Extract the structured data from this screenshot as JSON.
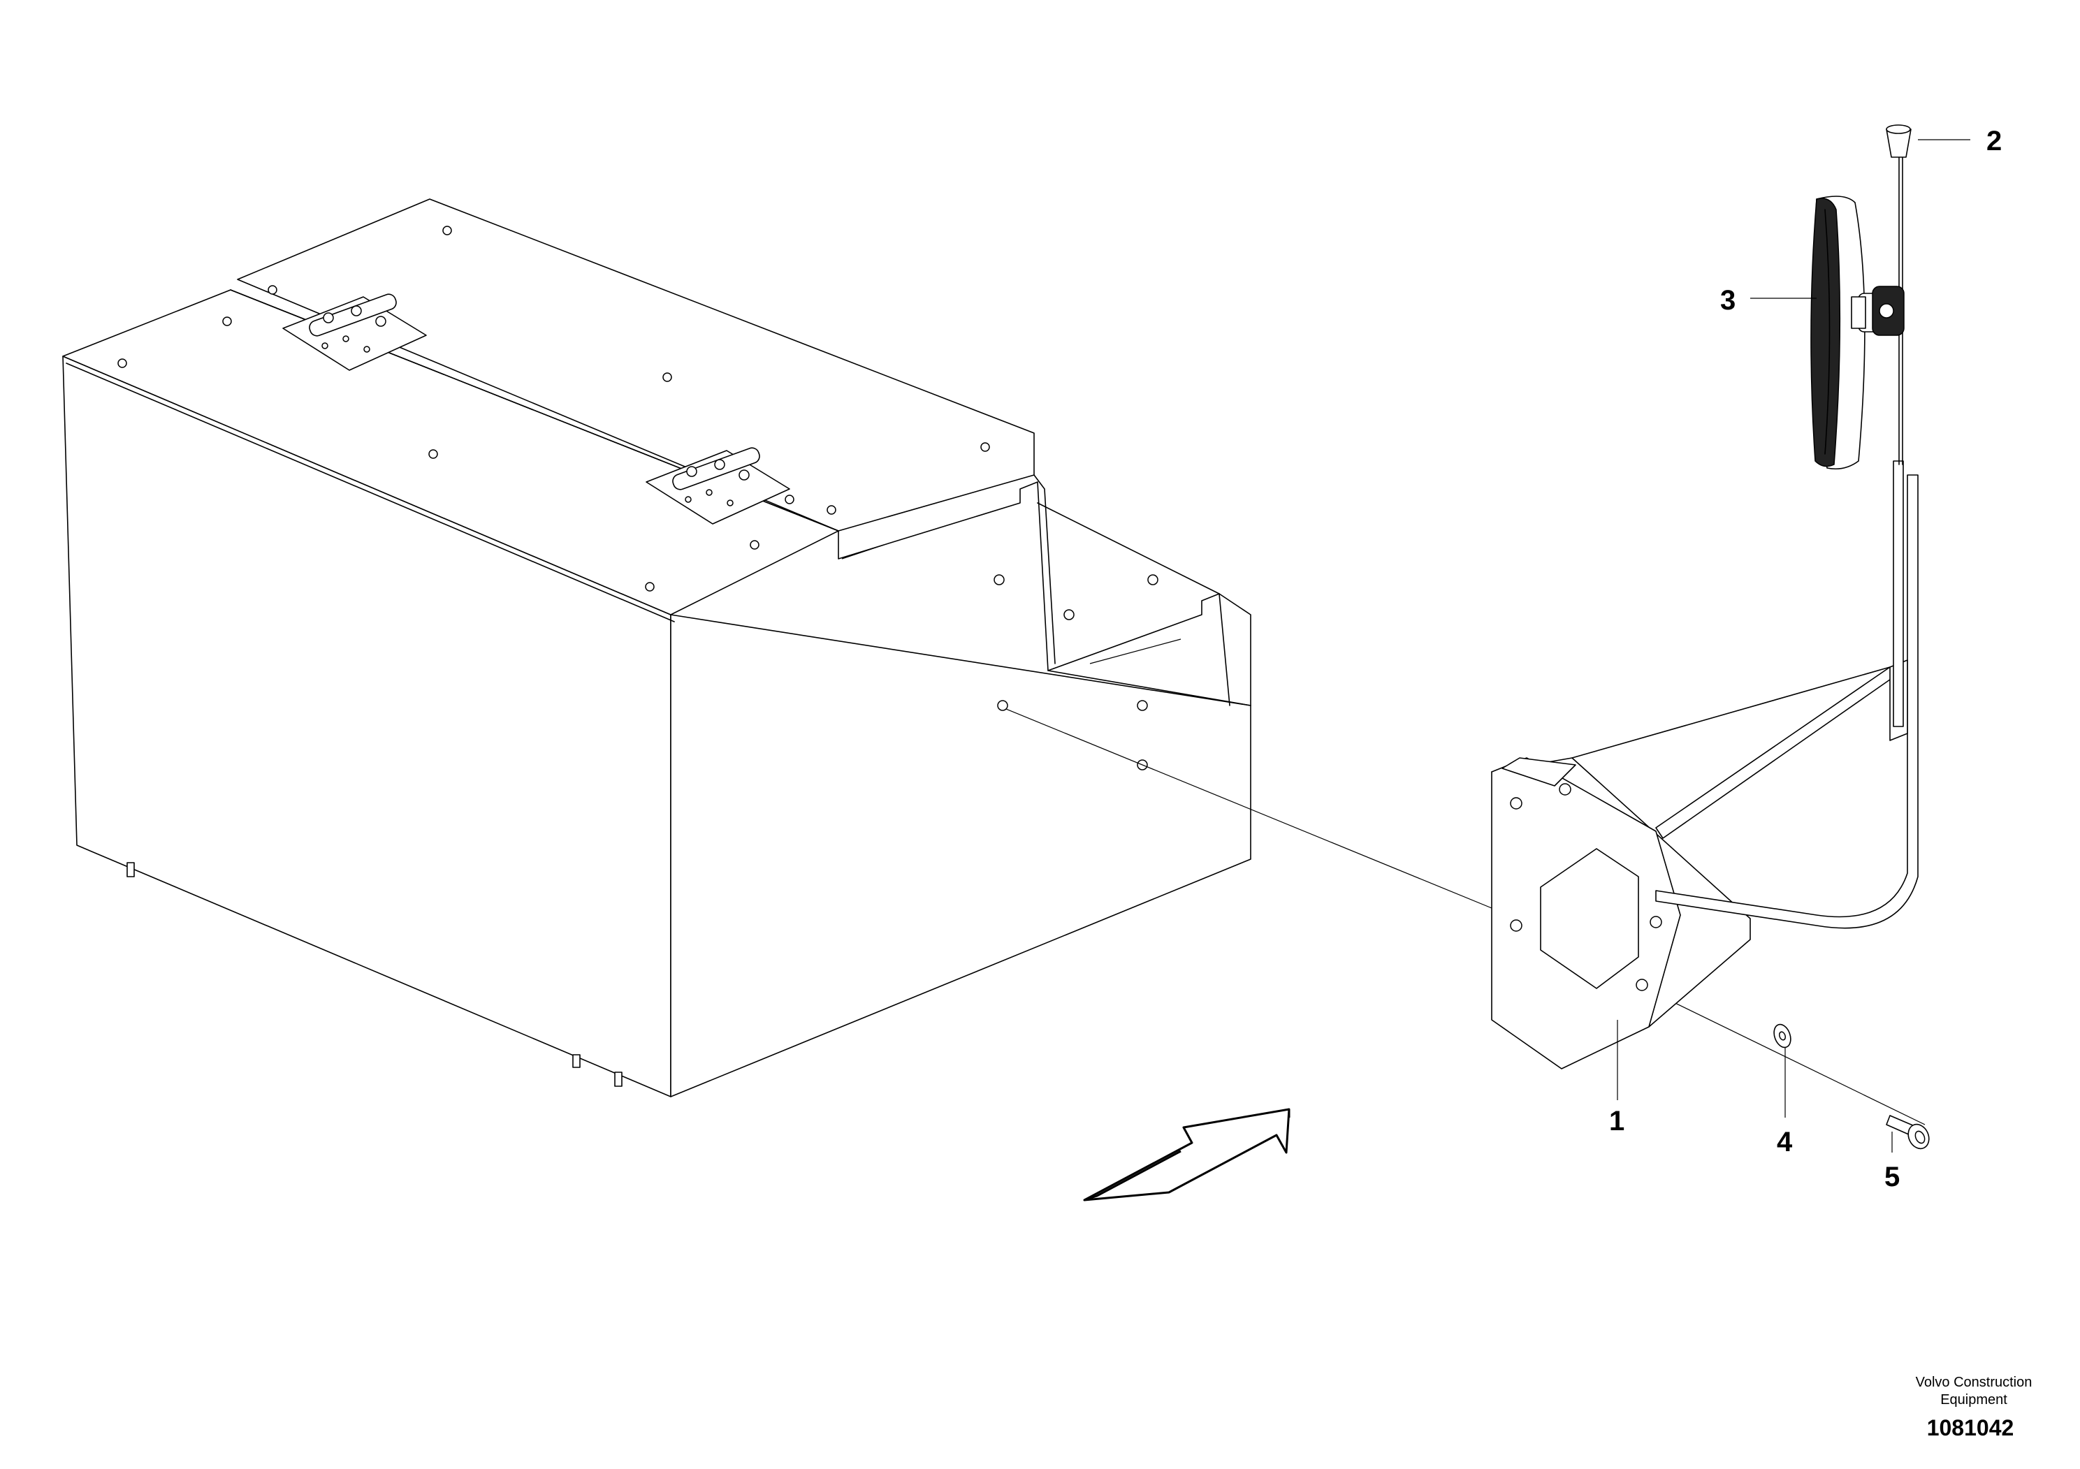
{
  "callouts": [
    {
      "id": "1",
      "label": "1"
    },
    {
      "id": "2",
      "label": "2"
    },
    {
      "id": "3",
      "label": "3"
    },
    {
      "id": "4",
      "label": "4"
    },
    {
      "id": "5",
      "label": "5"
    }
  ],
  "footer": {
    "company_line1": "Volvo Construction",
    "company_line2": "Equipment",
    "drawing_number": "1081042"
  },
  "icons": [
    "direction-arrow-icon"
  ]
}
